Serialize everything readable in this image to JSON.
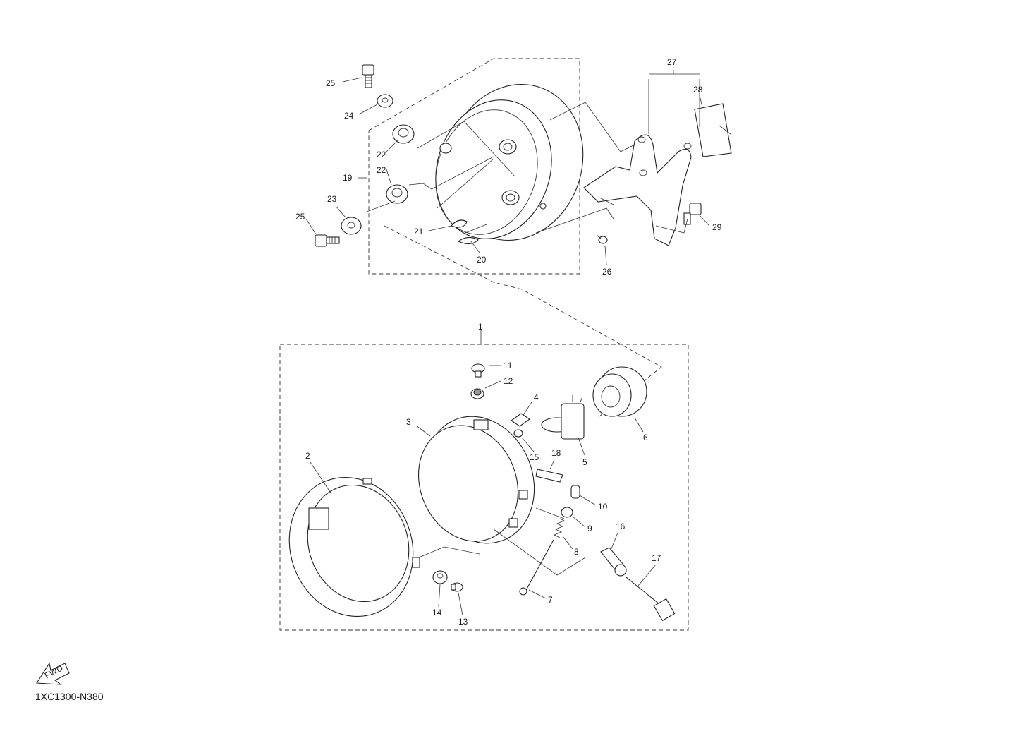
{
  "diagram_code": "1XC1300-N380",
  "fwd_label": "FWD",
  "callouts": [
    {
      "id": "c1",
      "label": "1"
    },
    {
      "id": "c2",
      "label": "2"
    },
    {
      "id": "c3",
      "label": "3"
    },
    {
      "id": "c4",
      "label": "4"
    },
    {
      "id": "c5",
      "label": "5"
    },
    {
      "id": "c6",
      "label": "6"
    },
    {
      "id": "c7",
      "label": "7"
    },
    {
      "id": "c8",
      "label": "8"
    },
    {
      "id": "c9",
      "label": "9"
    },
    {
      "id": "c10",
      "label": "10"
    },
    {
      "id": "c11",
      "label": "11"
    },
    {
      "id": "c12",
      "label": "12"
    },
    {
      "id": "c13",
      "label": "13"
    },
    {
      "id": "c14",
      "label": "14"
    },
    {
      "id": "c15",
      "label": "15"
    },
    {
      "id": "c16",
      "label": "16"
    },
    {
      "id": "c17",
      "label": "17"
    },
    {
      "id": "c18",
      "label": "18"
    },
    {
      "id": "c19",
      "label": "19"
    },
    {
      "id": "c20",
      "label": "20"
    },
    {
      "id": "c21",
      "label": "21"
    },
    {
      "id": "c22a",
      "label": "22"
    },
    {
      "id": "c22b",
      "label": "22"
    },
    {
      "id": "c23",
      "label": "23"
    },
    {
      "id": "c24",
      "label": "24"
    },
    {
      "id": "c25a",
      "label": "25"
    },
    {
      "id": "c25b",
      "label": "25"
    },
    {
      "id": "c26",
      "label": "26"
    },
    {
      "id": "c27",
      "label": "27"
    },
    {
      "id": "c28",
      "label": "28"
    },
    {
      "id": "c29",
      "label": "29"
    }
  ]
}
